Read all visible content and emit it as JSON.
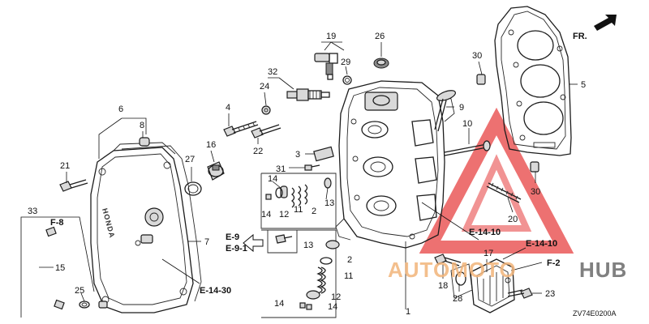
{
  "diagram": {
    "code": "ZV74E0200A",
    "front_label": "FR.",
    "cover_brand": "HONDA",
    "watermark": {
      "part1": "AUTOMOTO",
      "part2": "HUB",
      "accent": "#e63a3a"
    },
    "refs": {
      "f8": "F-8",
      "e9": "E-9",
      "e91": "E-9-1",
      "e1430": "E-14-30",
      "e1410a": "E-14-10",
      "e1410b": "E-14-10",
      "f2": "F-2"
    },
    "part_numbers": {
      "p1": "1",
      "p2a": "2",
      "p2b": "2",
      "p3": "3",
      "p4": "4",
      "p5": "5",
      "p6": "6",
      "p7": "7",
      "p8": "8",
      "p9": "9",
      "p10": "10",
      "p11a": "11",
      "p11b": "11",
      "p12a": "12",
      "p12b": "12",
      "p13a": "13",
      "p13b": "13",
      "p14a": "14",
      "p14b": "14",
      "p14c": "14",
      "p14d": "14",
      "p15": "15",
      "p16": "16",
      "p17": "17",
      "p18": "18",
      "p19": "19",
      "p20": "20",
      "p21": "21",
      "p22": "22",
      "p23": "23",
      "p24": "24",
      "p25": "25",
      "p26": "26",
      "p27": "27",
      "p28": "28",
      "p29": "29",
      "p30a": "30",
      "p30b": "30",
      "p31": "31",
      "p32": "32",
      "p33": "33"
    }
  }
}
